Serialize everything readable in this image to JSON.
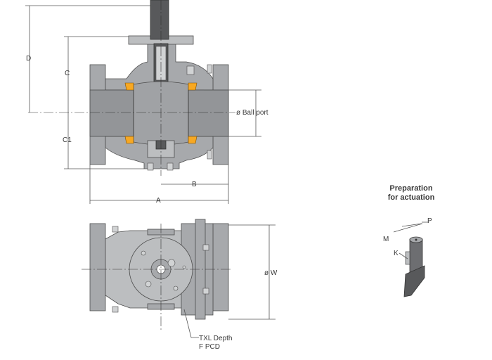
{
  "labels": {
    "A": "A",
    "B": "B",
    "C": "C",
    "C1": "C1",
    "D": "D",
    "ball_port": "ø Ball port",
    "W": "ø W",
    "txl_depth": "TXL Depth",
    "f_pcd": "F PCD",
    "prep_line1": "Preparation",
    "prep_line2": "for actuation",
    "M": "M",
    "K": "K",
    "P": "P"
  },
  "colors": {
    "body": "#a7a9ac",
    "dark": "#58595b",
    "seat": "#f7a823",
    "line": "#4d4d4d"
  }
}
